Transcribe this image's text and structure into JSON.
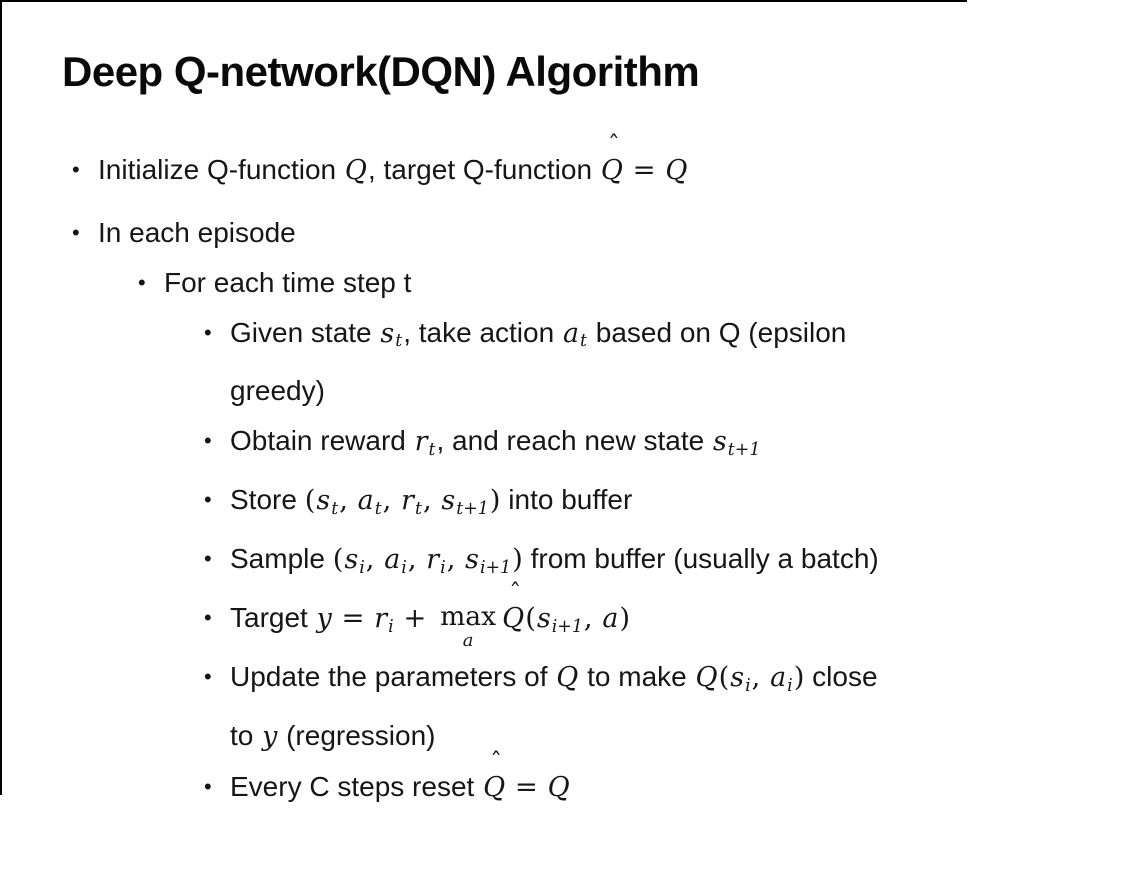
{
  "title": "Deep Q-network(DQN) Algorithm",
  "math": {
    "hat": "ˆ",
    "bullet_char": "•"
  },
  "bullets": [
    {
      "level": 1,
      "segs": [
        {
          "t": "Initialize Q-function "
        },
        {
          "v": "Q"
        },
        {
          "t": ", target Q-function "
        },
        {
          "h": "Q"
        },
        {
          "p": " = "
        },
        {
          "v": "Q"
        }
      ]
    },
    {
      "level": 1,
      "segs": [
        {
          "t": "In each episode"
        }
      ]
    },
    {
      "level": 2,
      "segs": [
        {
          "t": "For each time step t"
        }
      ]
    },
    {
      "level": 3,
      "segs": [
        {
          "t": "Given state "
        },
        {
          "v": "s"
        },
        {
          "s": "t"
        },
        {
          "t": ", take action "
        },
        {
          "v": "a"
        },
        {
          "s": "t"
        },
        {
          "t": " based on Q (epsilon"
        },
        {
          "n": 1
        },
        {
          "t": "greedy)"
        }
      ]
    },
    {
      "level": 3,
      "segs": [
        {
          "t": "Obtain reward "
        },
        {
          "v": "r"
        },
        {
          "s": "t"
        },
        {
          "t": ", and reach new state "
        },
        {
          "v": "s"
        },
        {
          "s": "t+1"
        }
      ]
    },
    {
      "level": 3,
      "segs": [
        {
          "t": "Store "
        },
        {
          "p": "("
        },
        {
          "v": "s"
        },
        {
          "s": "t"
        },
        {
          "p": ", "
        },
        {
          "v": "a"
        },
        {
          "s": "t"
        },
        {
          "p": ", "
        },
        {
          "v": "r"
        },
        {
          "s": "t"
        },
        {
          "p": ", "
        },
        {
          "v": "s"
        },
        {
          "s": "t+1"
        },
        {
          "p": ")"
        },
        {
          "t": " into buffer"
        }
      ]
    },
    {
      "level": 3,
      "segs": [
        {
          "t": "Sample "
        },
        {
          "p": "("
        },
        {
          "v": "s"
        },
        {
          "s": "i"
        },
        {
          "p": ", "
        },
        {
          "v": "a"
        },
        {
          "s": "i"
        },
        {
          "p": ", "
        },
        {
          "v": "r"
        },
        {
          "s": "i"
        },
        {
          "p": ", "
        },
        {
          "v": "s"
        },
        {
          "s": "i+1"
        },
        {
          "p": ")"
        },
        {
          "t": " from buffer (usually a batch)"
        }
      ]
    },
    {
      "level": 3,
      "segs": [
        {
          "t": "Target "
        },
        {
          "v": "y"
        },
        {
          "p": " = "
        },
        {
          "v": "r"
        },
        {
          "s": "i"
        },
        {
          "p": " + "
        },
        {
          "m": {
            "top": "max",
            "under": "a"
          }
        },
        {
          "h": "Q"
        },
        {
          "p": "("
        },
        {
          "v": "s"
        },
        {
          "s": "i+1"
        },
        {
          "p": ", "
        },
        {
          "v": "a"
        },
        {
          "p": ")"
        }
      ]
    },
    {
      "level": 3,
      "segs": [
        {
          "t": "Update the parameters of "
        },
        {
          "v": "Q"
        },
        {
          "t": " to make "
        },
        {
          "v": "Q"
        },
        {
          "p": "("
        },
        {
          "v": "s"
        },
        {
          "s": "i"
        },
        {
          "p": ", "
        },
        {
          "v": "a"
        },
        {
          "s": "i"
        },
        {
          "p": ")"
        },
        {
          "t": " close"
        },
        {
          "n": 1
        },
        {
          "t": "to "
        },
        {
          "v": "y"
        },
        {
          "t": " (regression)"
        }
      ]
    },
    {
      "level": 3,
      "segs": [
        {
          "t": "Every C steps reset "
        },
        {
          "h": "Q"
        },
        {
          "p": " = "
        },
        {
          "v": "Q"
        }
      ]
    }
  ]
}
